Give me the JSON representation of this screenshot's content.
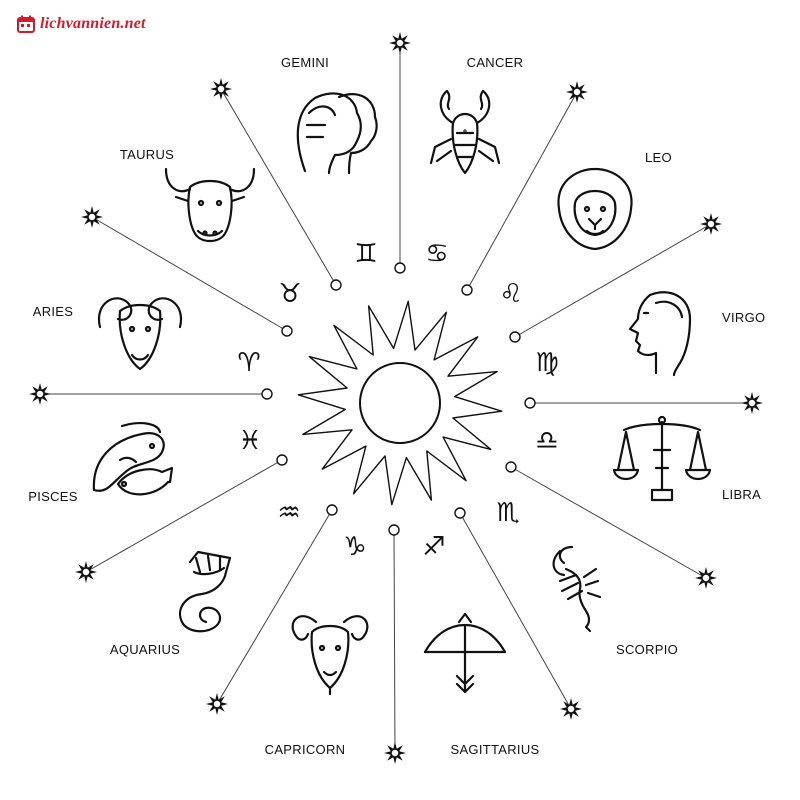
{
  "logo": {
    "text": "lichvannien.net",
    "color": "#d7192a"
  },
  "signs": [
    {
      "name": "GEMINI",
      "glyph": "♊",
      "icon": "gemini-icon"
    },
    {
      "name": "CANCER",
      "glyph": "♋",
      "icon": "cancer-icon"
    },
    {
      "name": "LEO",
      "glyph": "♌",
      "icon": "leo-icon"
    },
    {
      "name": "VIRGO",
      "glyph": "♍",
      "icon": "virgo-icon"
    },
    {
      "name": "LIBRA",
      "glyph": "♎",
      "icon": "libra-icon"
    },
    {
      "name": "SCORPIO",
      "glyph": "♏",
      "icon": "scorpio-icon"
    },
    {
      "name": "SAGITTARIUS",
      "glyph": "♐",
      "icon": "sagittarius-icon"
    },
    {
      "name": "CAPRICORN",
      "glyph": "♑",
      "icon": "capricorn-icon"
    },
    {
      "name": "AQUARIUS",
      "glyph": "♒",
      "icon": "aquarius-icon"
    },
    {
      "name": "PISCES",
      "glyph": "♓",
      "icon": "pisces-icon"
    },
    {
      "name": "ARIES",
      "glyph": "♈",
      "icon": "aries-icon"
    },
    {
      "name": "TAURUS",
      "glyph": "♉",
      "icon": "taurus-icon"
    }
  ],
  "center": {
    "icon": "sun-icon"
  },
  "ray_end_icon": "star-icon",
  "line_color": "#444444",
  "ink_color": "#111111"
}
